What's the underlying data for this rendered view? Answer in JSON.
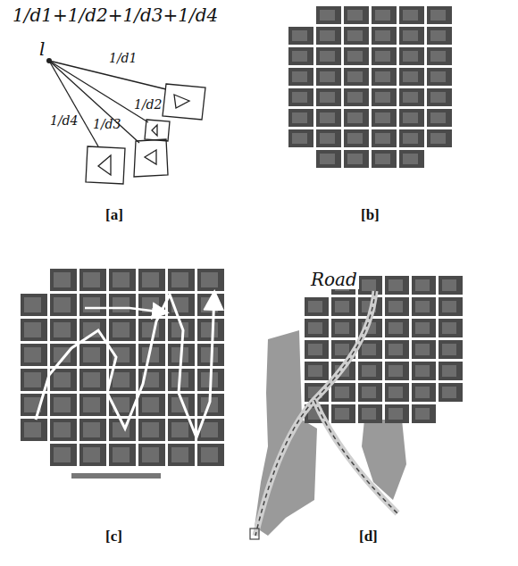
{
  "diagram": {
    "labels": [
      "1/d1+1/d2+1/d3+1/d4",
      "l",
      "1/d1",
      "1/d2",
      "1/d3",
      "1/d4",
      "Road",
      "[a]",
      "[b]",
      "[c]",
      "[d]"
    ]
  }
}
